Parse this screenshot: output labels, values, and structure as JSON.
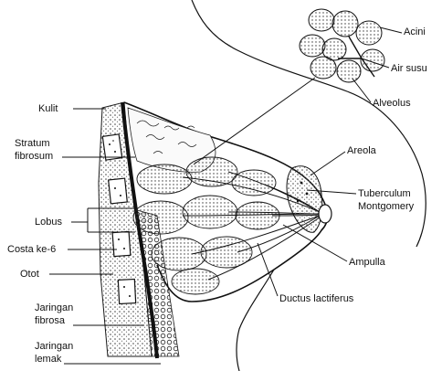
{
  "labels": {
    "kulit": "Kulit",
    "stratum_line1": "Stratum",
    "stratum_line2": "fibrosum",
    "lobus": "Lobus",
    "costa": "Costa ke-6",
    "otot": "Otot",
    "jfibrosa_line1": "Jaringan",
    "jfibrosa_line2": "fibrosa",
    "jlemak_line1": "Jaringan",
    "jlemak_line2": "lemak",
    "acini": "Acini",
    "air_susu": "Air susu",
    "alveolus": "Alveolus",
    "areola": "Areola",
    "tuberculum_line1": "Tuberculum",
    "tuberculum_line2": "Montgomery",
    "ampulla": "Ampulla",
    "ductus": "Ductus lactiferus"
  },
  "colors": {
    "ink": "#1a1a1a",
    "background": "#ffffff",
    "stipple": "#555555"
  }
}
